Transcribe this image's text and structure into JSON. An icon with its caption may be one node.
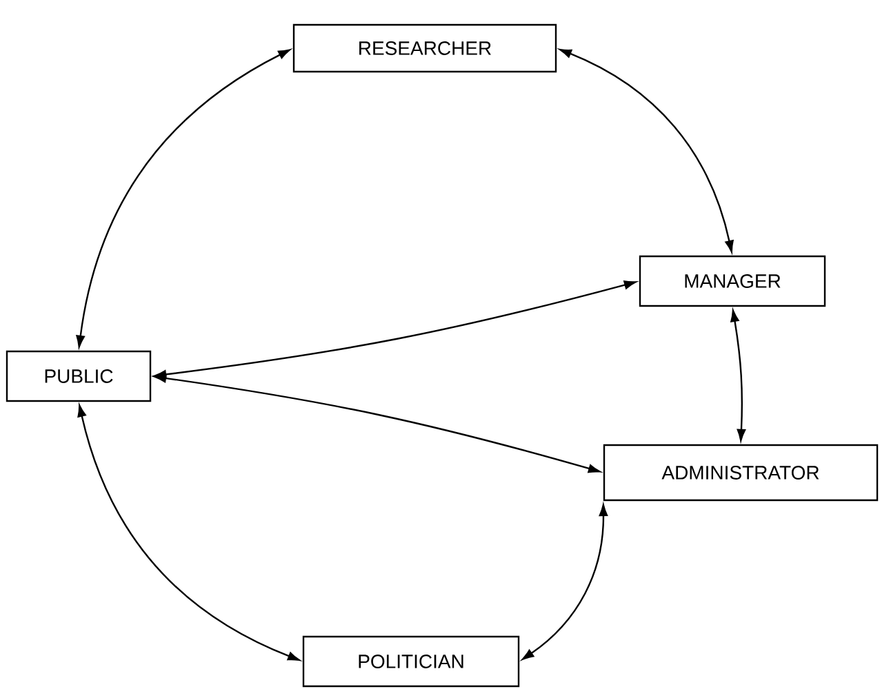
{
  "diagram": {
    "nodes": [
      {
        "text": [
          "RESEARCHER"
        ]
      },
      {
        "text": [
          "MANAGER"
        ]
      },
      {
        "text": [
          "PUBLIC"
        ]
      },
      {
        "text": [
          "ADMINISTRATOR"
        ]
      },
      {
        "text": [
          "POLITICIAN"
        ]
      }
    ],
    "edges": [
      {
        "from": 0,
        "to": 2,
        "arrow": "both"
      },
      {
        "from": 0,
        "to": 1,
        "arrow": "both"
      },
      {
        "from": 2,
        "to": 1,
        "arrow": "both"
      },
      {
        "from": 2,
        "to": 3,
        "arrow": "both"
      },
      {
        "from": 1,
        "to": 3,
        "arrow": "both"
      },
      {
        "from": 3,
        "to": 4,
        "arrow": "both"
      },
      {
        "from": 4,
        "to": 2,
        "arrow": "both"
      }
    ]
  }
}
